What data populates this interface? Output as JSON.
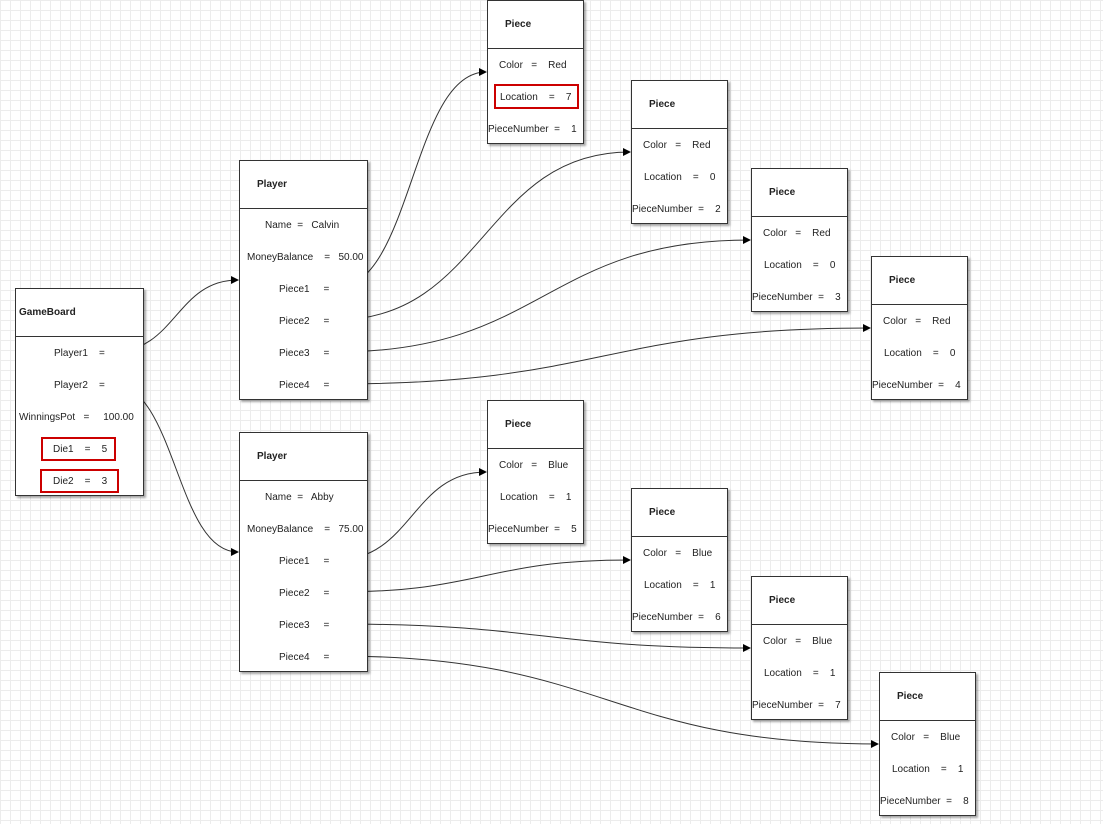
{
  "accent_highlight": "#cc0000",
  "line_color": "#333333",
  "gameboard": {
    "title": "GameBoard",
    "rows": [
      {
        "text": "Player1    =",
        "highlight": false
      },
      {
        "text": "Player2    =",
        "highlight": false
      },
      {
        "text": "WinningsPot   =     100.00",
        "highlight": false
      },
      {
        "text": "Die1    =    5",
        "highlight": true
      },
      {
        "text": "Die2    =    3",
        "highlight": true
      }
    ]
  },
  "players": [
    {
      "title": "Player",
      "rows": [
        {
          "text": "Name  =   Calvin"
        },
        {
          "text": "MoneyBalance    =   50.00"
        },
        {
          "text": "Piece1     ="
        },
        {
          "text": "Piece2     ="
        },
        {
          "text": "Piece3     ="
        },
        {
          "text": "Piece4     ="
        }
      ]
    },
    {
      "title": "Player",
      "rows": [
        {
          "text": "Name  =   Abby"
        },
        {
          "text": "MoneyBalance    =   75.00"
        },
        {
          "text": "Piece1     ="
        },
        {
          "text": "Piece2     ="
        },
        {
          "text": "Piece3     ="
        },
        {
          "text": "Piece4     ="
        }
      ]
    }
  ],
  "pieces": [
    {
      "title": "Piece",
      "color": "Color   =    Red",
      "location": "Location    =    7",
      "number": "PieceNumber  =    1",
      "location_highlight": true
    },
    {
      "title": "Piece",
      "color": "Color   =    Red",
      "location": "Location    =    0",
      "number": "PieceNumber  =    2",
      "location_highlight": false
    },
    {
      "title": "Piece",
      "color": "Color   =    Red",
      "location": "Location    =    0",
      "number": "PieceNumber  =    3",
      "location_highlight": false
    },
    {
      "title": "Piece",
      "color": "Color   =    Red",
      "location": "Location    =    0",
      "number": "PieceNumber  =    4",
      "location_highlight": false
    },
    {
      "title": "Piece",
      "color": "Color   =    Blue",
      "location": "Location    =    1",
      "number": "PieceNumber  =    5",
      "location_highlight": false
    },
    {
      "title": "Piece",
      "color": "Color   =    Blue",
      "location": "Location    =    1",
      "number": "PieceNumber  =    6",
      "location_highlight": false
    },
    {
      "title": "Piece",
      "color": "Color   =    Blue",
      "location": "Location    =    1",
      "number": "PieceNumber  =    7",
      "location_highlight": false
    },
    {
      "title": "Piece",
      "color": "Color   =    Blue",
      "location": "Location    =    1",
      "number": "PieceNumber  =    8",
      "location_highlight": false
    }
  ]
}
